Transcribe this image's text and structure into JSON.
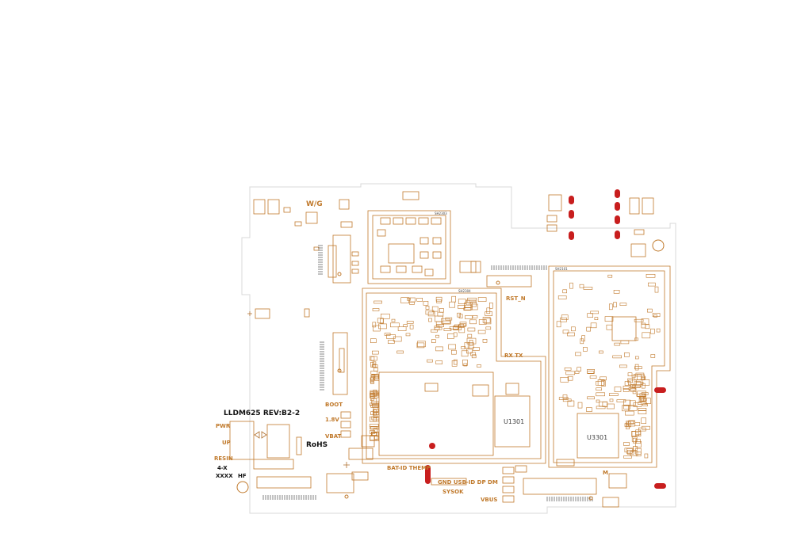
{
  "colors": {
    "outline": "#c0792b",
    "silk": "#b07030",
    "board_edge": "#d8d8d8",
    "pad": "#c81e1e",
    "ink": "#111111"
  },
  "board": {
    "title": "LLDM625  REV:B2-2",
    "rohs": "RoHS",
    "code1": "4-X",
    "code2": "XXXX",
    "code3": "HF",
    "chip_u1301": "U1301",
    "chip_u3301": "U3301"
  },
  "labels": {
    "wg": "W/G",
    "pwr": "PWR",
    "up": "UP",
    "resin": "RESIN",
    "boot": "BOOT",
    "v18": "1.8V",
    "vbat": "VBAT",
    "rst_n": "RST_N",
    "rx_tx": "RX  TX",
    "bat_id_therm": "BAT-ID THEMP",
    "gnd_usb": "GND USB-ID  DP   DM",
    "sysok": "SYSOK",
    "vbus": "VBUS",
    "m": "M"
  },
  "shields": {
    "s1": "SH2303",
    "s2": "SH2304",
    "s3": "SH2101"
  }
}
